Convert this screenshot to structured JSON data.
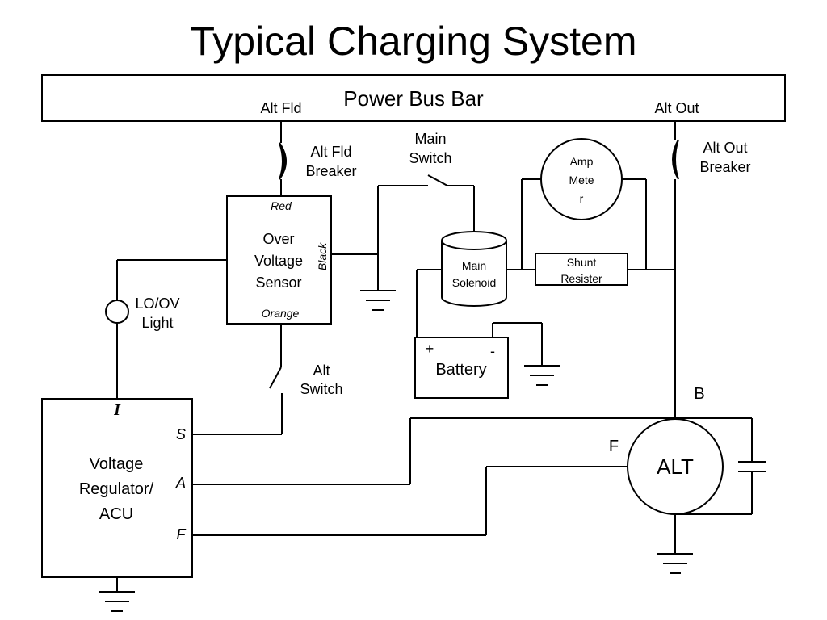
{
  "title": "Typical Charging System",
  "bus_bar": {
    "label": "Power Bus Bar",
    "left_terminal": "Alt Fld",
    "right_terminal": "Alt Out"
  },
  "alt_fld_breaker": {
    "line1": "Alt Fld",
    "line2": "Breaker"
  },
  "alt_out_breaker": {
    "line1": "Alt Out",
    "line2": "Breaker"
  },
  "main_switch": {
    "line1": "Main",
    "line2": "Switch"
  },
  "amp_meter": {
    "line1": "Amp",
    "line2": "Mete",
    "line3": "r"
  },
  "ov_sensor": {
    "line1": "Over",
    "line2": "Voltage",
    "line3": "Sensor",
    "pin_red": "Red",
    "pin_black": "Black",
    "pin_orange": "Orange"
  },
  "main_solenoid": {
    "line1": "Main",
    "line2": "Solenoid"
  },
  "shunt": {
    "line1": "Shunt",
    "line2": "Resister"
  },
  "battery": {
    "label": "Battery",
    "plus": "+",
    "minus": "-"
  },
  "lo_ov_light": {
    "line1": "LO/OV",
    "line2": "Light"
  },
  "alt_switch": {
    "line1": "Alt",
    "line2": "Switch"
  },
  "regulator": {
    "line1": "Voltage",
    "line2": "Regulator/",
    "line3": "ACU",
    "pin_i": "I",
    "pin_s": "S",
    "pin_a": "A",
    "pin_f": "F"
  },
  "alternator": {
    "label": "ALT",
    "terminal_b": "B",
    "terminal_f": "F"
  }
}
